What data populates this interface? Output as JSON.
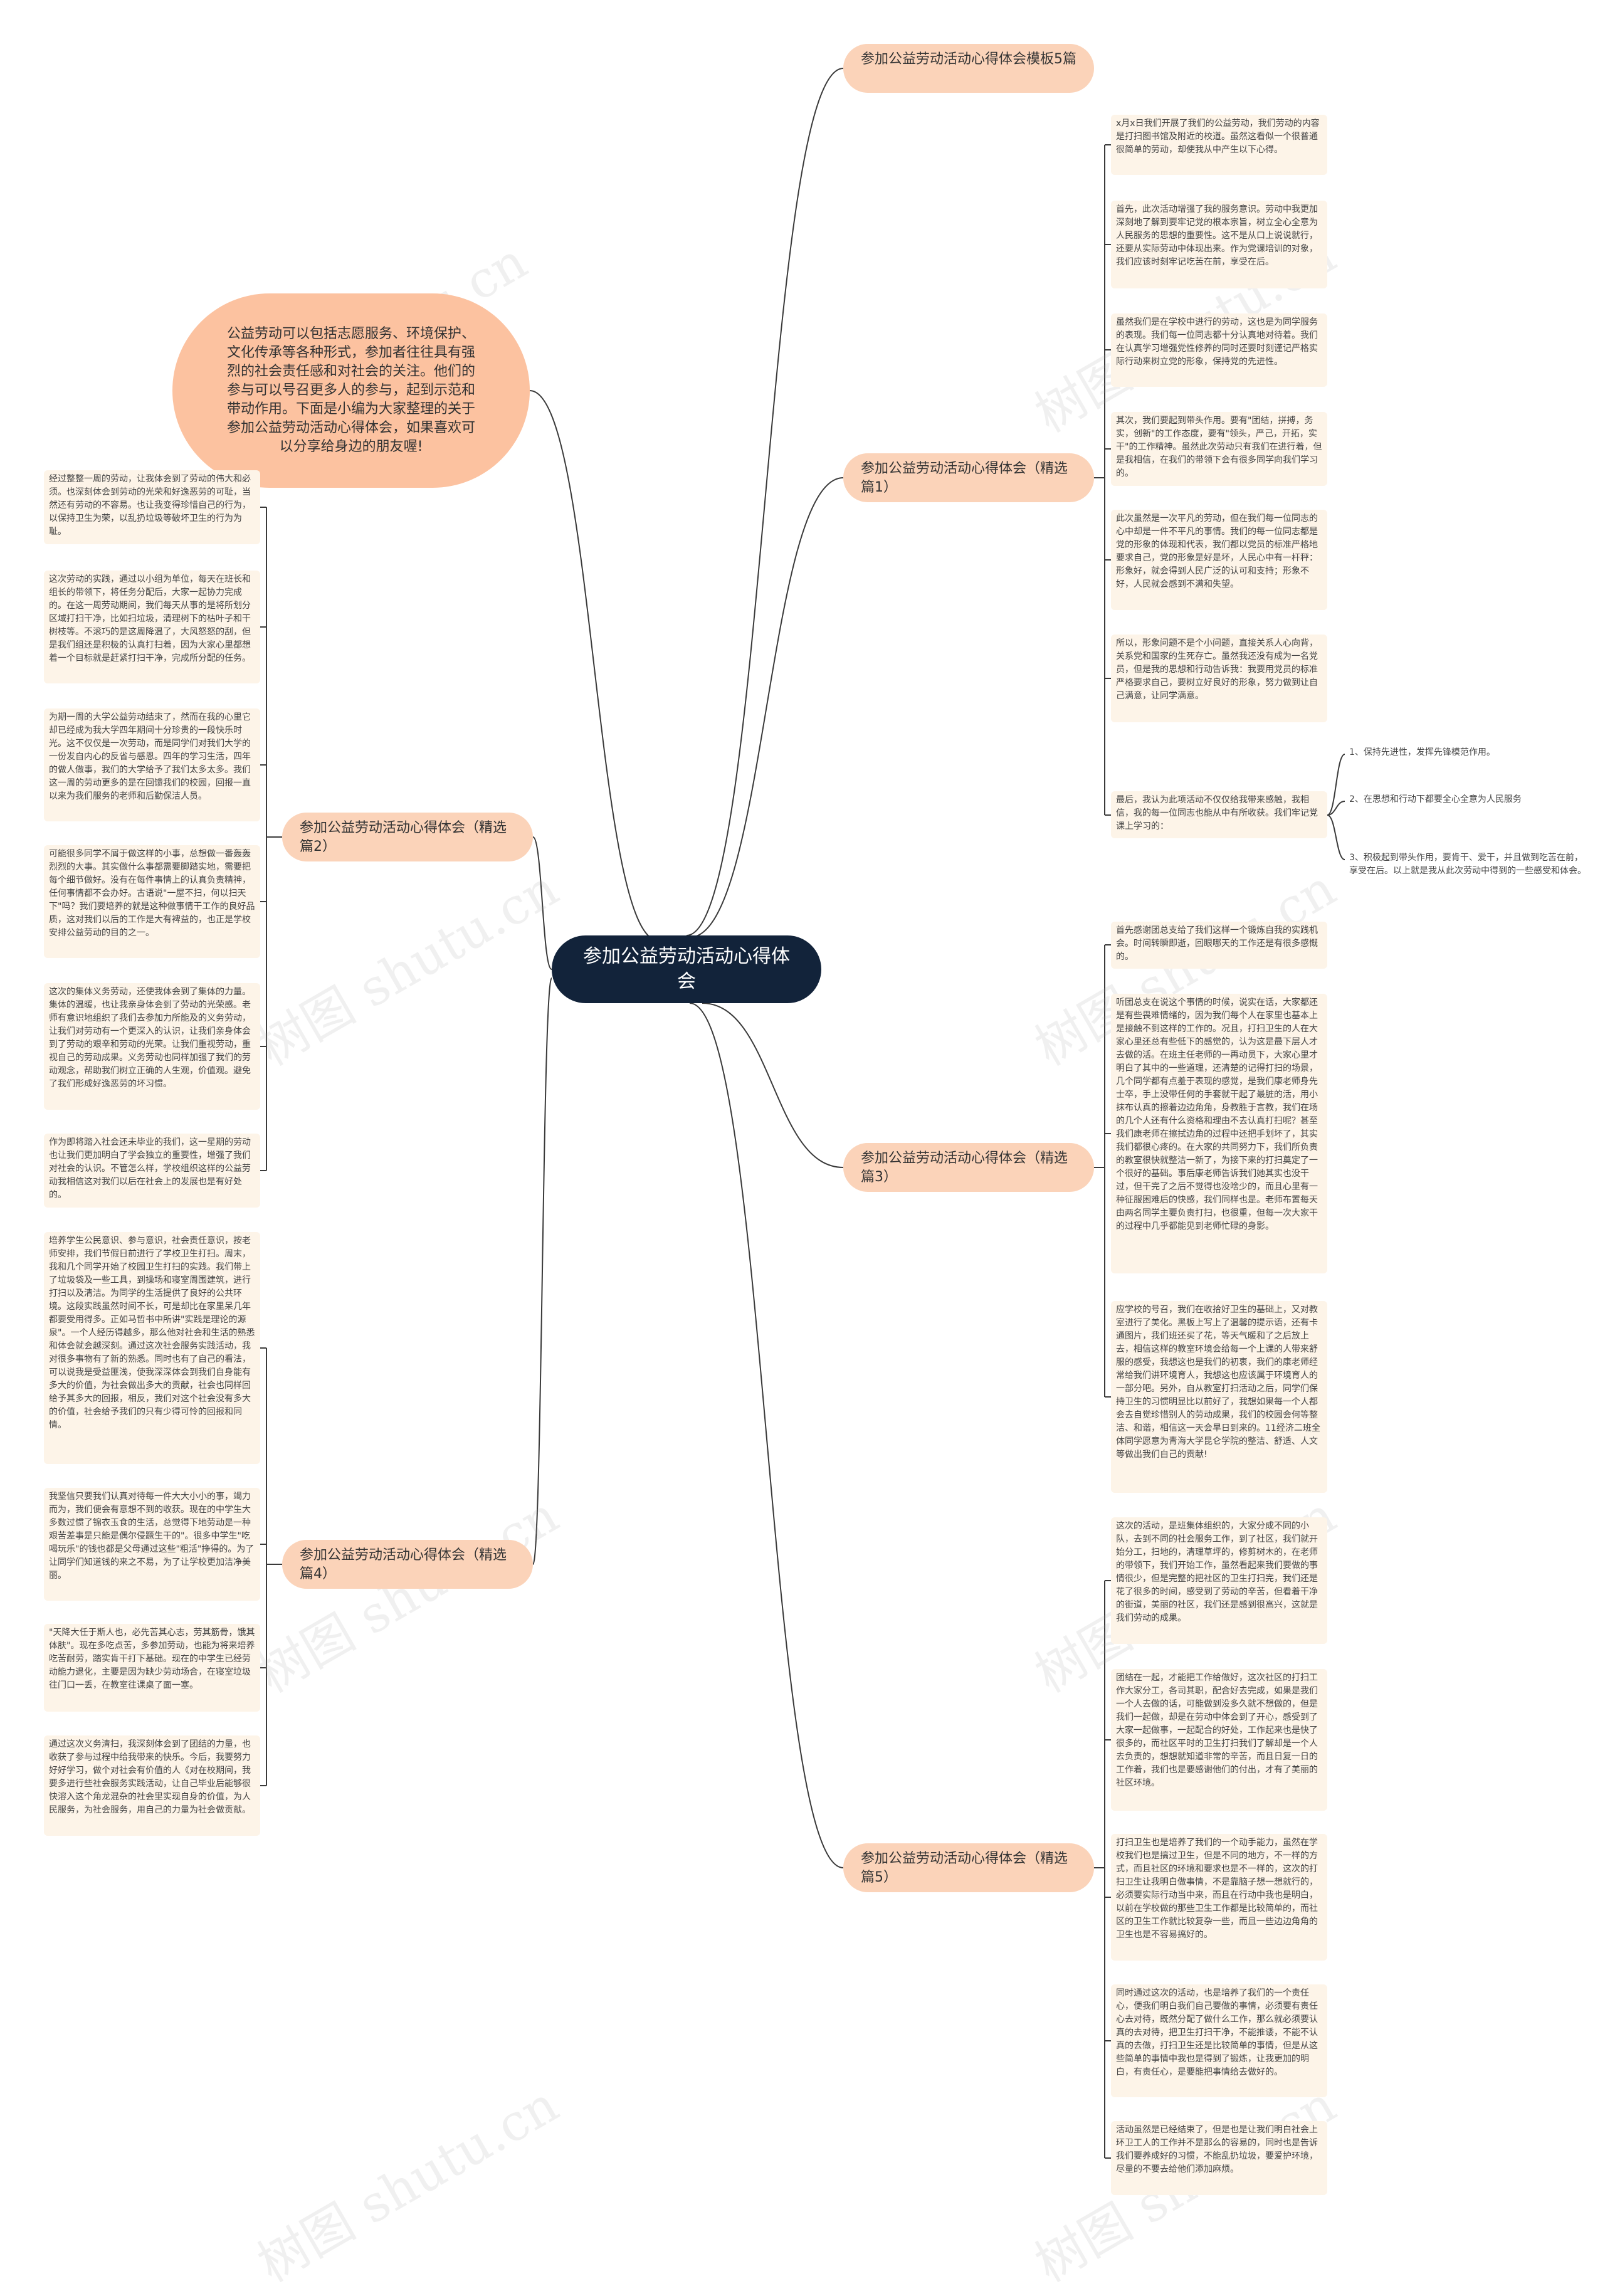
{
  "center": "参加公益劳动活动心得体会",
  "intro": "公益劳动可以包括志愿服务、环境保护、文化传承等各种形式，参加者往往具有强烈的社会责任感和对社会的关注。他们的参与可以号召更多人的参与，起到示范和带动作用。下面是小编为大家整理的关于参加公益劳动活动心得体会，如果喜欢可以分享给身边的朋友喔!",
  "branches": {
    "b0": "参加公益劳动活动心得体会模板5篇",
    "b1": "参加公益劳动活动心得体会（精选篇1）",
    "b2": "参加公益劳动活动心得体会（精选篇2）",
    "b3": "参加公益劳动活动心得体会（精选篇3）",
    "b4": "参加公益劳动活动心得体会（精选篇4）",
    "b5": "参加公益劳动活动心得体会（精选篇5）"
  },
  "p1": [
    "x月x日我们开展了我们的公益劳动，我们劳动的内容是打扫图书馆及附近的校道。虽然这看似一个很普通很简单的劳动，却使我从中产生以下心得。",
    "首先，此次活动增强了我的服务意识。劳动中我更加深刻地了解到要牢记党的根本宗旨，树立全心全意为人民服务的思想的重要性。这不是从口上说说就行，还要从实际劳动中体现出来。作为党课培训的对象，我们应该时刻牢记吃苦在前，享受在后。",
    "虽然我们是在学校中进行的劳动，这也是为同学服务的表现。我们每一位同志都十分认真地对待着。我们在认真学习增强党性修养的同时还要时刻谨记严格实际行动来树立党的形象，保持党的先进性。",
    "其次，我们要起到带头作用。要有\"团结，拼搏，务实，创新\"的工作态度，要有\"领头，严己，开拓，实干\"的工作精神。虽然此次劳动只有我们在进行着，但是我相信，在我们的带领下会有很多同学向我们学习的。",
    "此次虽然是一次平凡的劳动，但在我们每一位同志的心中却是一件不平凡的事情。我们的每一位同志都是党的形象的体现和代表，我们都以党员的标准严格地要求自己，党的形象是好是坏，人民心中有一杆秤：形象好，就会得到人民广泛的认可和支持；形象不好，人民就会感到不满和失望。",
    "所以，形象问题不是个小问题，直接关系人心向背，关系党和国家的生死存亡。虽然我还没有成为一名党员，但是我的思想和行动告诉我：我要用党员的标准严格要求自己，要树立好良好的形象，努力做到让自己满意，让同学满意。",
    "最后，我认为此项活动不仅仅给我带来感触，我相信，我的每一位同志也能从中有所收获。我们牢记党课上学习的："
  ],
  "p1sub": [
    "1、保持先进性，发挥先锋模范作用。",
    "2、在思想和行动下都要全心全意为人民服务",
    "3、积极起到带头作用，要肯干、爱干，并且做到吃苦在前，享受在后。以上就是我从此次劳动中得到的一些感受和体会。"
  ],
  "p2": [
    "经过整整一周的劳动，让我体会到了劳动的伟大和必须。也深刻体会到劳动的光荣和好逸恶劳的可耻，当然还有劳动的不容易。也让我变得珍惜自己的行为，以保持卫生为荣，以乱扔垃圾等破坏卫生的行为为耻。",
    "这次劳动的实践，通过以小组为单位，每天在班长和组长的带领下，将任务分配后，大家一起协力完成的。在这一周劳动期间，我们每天从事的是将所划分区域打扫干净，比如扫垃圾，清理树下的枯叶子和干树枝等。不滚巧的是这周降温了，大风怒怒的刮，但是我们组还是积极的认真打扫着，因为大家心里都想着一个目标就是赶紧打扫干净，完成所分配的任务。",
    "为期一周的大学公益劳动结束了，然而在我的心里它却已经成为我大学四年期间十分珍贵的一段快乐时光。这不仅仅是一次劳动，而是同学们对我们大学的一份发自内心的反省与感恩。四年的学习生活，四年的做人做事，我们的大学给予了我们太多太多。我们这一周的劳动更多的是在回馈我们的校园，回报一直以来为我们服务的老师和后勤保洁人员。",
    "可能很多同学不屑于做这样的小事，总想做一番轰轰烈烈的大事。其实做什么事都需要脚踏实地，需要把每个细节做好。没有在每件事情上的认真负责精神，任何事情都不会办好。古语说\"一屋不扫，何以扫天下\"吗？我们要培养的就是这种做事情干工作的良好品质，这对我们以后的工作是大有裨益的，也正是学校安排公益劳动的目的之一。",
    "这次的集体义务劳动，还使我体会到了集体的力量。集体的温暖，也让我亲身体会到了劳动的光荣感。老师有意识地组织了我们去参加力所能及的义务劳动，让我们对劳动有一个更深入的认识，让我们亲身体会到了劳动的艰辛和劳动的光荣。让我们重视劳动，重视自己的劳动成果。义务劳动也同样加强了我们的劳动观念，帮助我们树立正确的人生观，价值观。避免了我们形成好逸恶劳的坏习惯。",
    "作为即将踏入社会还未毕业的我们，这一星期的劳动也让我们更加明白了学会独立的重要性，增强了我们对社会的认识。不管怎么样，学校组织这样的公益劳动我相信这对我们以后在社会上的发展也是有好处的。"
  ],
  "p3": [
    "首先感谢团总支给了我们这样一个锻炼自我的实践机会。时间转瞬即逝，回眼哪天的工作还是有很多感慨的。",
    "听团总支在说这个事情的时候，说实在话，大家都还是有些畏难情绪的，因为我们每个人在家里也基本上是接触不到这样的工作的。况且，打扫卫生的人在大家心里还总有些低下的感觉的，认为这是最下层人才去做的活。在班主任老师的一再动员下，大家心里才明白了其中的一些道理，还清楚的记得打扫的场景，几个同学都有点羞于表现的感觉，是我们康老师身先士卒，手上没带任何的手套就干起了最脏的活，用小抹布认真的擦着边边角角，身教胜于言教，我们在场的几个人还有什么资格和理由不去认真打扫呢？甚至我们康老师在擦拭边角的过程中还把手划坏了，其实我们都很心疼的。在大家的共同努力下，我们所负责的教室很快就整洁一新了，为接下来的打扫奠定了一个很好的基础。事后康老师告诉我们她其实也没干过，但干完了之后不觉得也没啥少的，而且心里有一种征服困难后的快感，我们同样也是。老师布置每天由两名同学主要负责打扫，也很重，但每一次大家干的过程中几乎都能见到老师忙碌的身影。",
    "应学校的号召，我们在收拾好卫生的基础上，又对教室进行了美化。黑板上写上了温馨的提示语，还有卡通图片，我们班还买了花，等天气暖和了之后放上去，相信这样的教室环境会给每一个上课的人带来舒服的感受，我想这也是我们的初衷，我们的康老师经常给我们讲环境育人，我想这也应该属于环境育人的一部分吧。另外，自从教室打扫活动之后，同学们保持卫生的习惯明显比以前好了，我想如果每一个人都会去自觉珍惜别人的劳动成果，我们的校园会何等整洁、和谐，相信这一天会早日到来的。11经济二班全体同学愿意为青海大学昆仑学院的整洁、舒适、人文等做出我们自己的贡献!"
  ],
  "p4": [
    "培养学生公民意识、参与意识，社会责任意识，按老师安排，我们节假日前进行了学校卫生打扫。周末，我和几个同学开始了校园卫生打扫的实践。我们带上了垃圾袋及一些工具，到操场和寝室周围建筑，进行打扫以及清洁。为同学的生活提供了良好的公共环境。这段实践虽然时间不长，可是却比在家里呆几年都要受用得多。正如马哲书中所讲\"实践是理论的源泉\"。一个人经历得越多，那么他对社会和生活的熟悉和体会就会越深刻。通过这次社会服务实践活动，我对很多事物有了新的熟悉。同时也有了自己的看法，可以说我是受益匪浅，使我深深体会到我们自身能有多大的价值，为社会做出多大的贡献，社会也同样回给予其多大的回报，相反，我们对这个社会没有多大的价值，社会给予我们的只有少得可怜的回报和同情。",
    "我坚信只要我们认真对待每一件大大小小的事，竭力而为，我们便会有意想不到的收获。现在的中学生大多数过惯了锦衣玉食的生活，总觉得下地劳动是一种艰苦差事是只能是偶尔侵蹶生干的\"。很多中学生\"吃喝玩乐\"的钱也都是父母通过这些\"粗活\"挣得的。为了让同学们知道钱的来之不易，为了让学校更加洁净美丽。",
    "\"天降大任于斯人也，必先苦其心志，劳其筋骨，饿其体肤\"。现在多吃点苦，多参加劳动，也能为将来培养吃苦耐劳，踏实肯干打下基础。现在的中学生已经劳动能力退化，主要是因为缺少劳动场合，在寝室垃圾往门口一丢，在教室往课桌了面一塞。",
    "通过这次义务清扫，我深刻体会到了团结的力量，也收获了参与过程中给我带来的快乐。今后，我要努力好好学习，做个对社会有价值的人《对在校期间，我要多进行些社会服务实践活动，让自己毕业后能够很快溶入这个角龙混杂的社会里实现自身的价值，为人民服务，为社会服务，用自己的力量为社会做贡献。"
  ],
  "p5": [
    "这次的活动，是班集体组织的，大家分成不同的小队，去到不同的社会服务工作，到了社区，我们就开始分工，扫地的，清理草坪的，修剪树木的，在老师的带领下，我们开始工作，虽然看起来我们要做的事情很少，但是完整的把社区的卫生打扫完，我们还是花了很多的时间，感受到了劳动的辛苦，但看着干净的街道，美丽的社区，我们还是感到很高兴，这就是我们劳动的成果。",
    "团结在一起，才能把工作给做好，这次社区的打扫工作大家分工，各司其职，配合好去完成，如果是我们一个人去做的话，可能做到没多久就不想做的，但是我们一起做，却是在劳动中体会到了开心，感受到了大家一起做事，一起配合的好处，工作起来也是快了很多的，而社区平时的卫生打扫我们了解却是一个人去负责的，想想就知道非常的辛苦，而且日复一日的工作着，我们也是要感谢他们的付出，才有了美丽的社区环境。",
    "打扫卫生也是培养了我们的一个动手能力，虽然在学校我们也是搞过卫生，但是不同的地方，不一样的方式，而且社区的环境和要求也是不一样的，这次的打扫卫生让我明白做事情，不是靠脑子想一想就行的，必须要实际行动当中来，而且在行动中我也是明白，以前在学校做的那些卫生工作都是比较简单的，而社区的卫生工作就比较复杂一些，而且一些边边角角的卫生也是不容易搞好的。",
    "同时通过这次的活动，也是培养了我们的一个责任心，便我们明白我们自己要做的事情，必须要有责任心去对待，既然分配了做什么工作，那么就必须要认真的去对待，把卫生打扫干净，不能推诿，不能不认真的去做，打扫卫生还是比较简单的事情，但是从这些简单的事情中我也是得到了锻炼，让我更加的明白，有责任心，是要能把事情给去做好的。",
    "活动虽然是已经结束了，但是也是让我们明白社会上环卫工人的工作并不是那么的容易的，同时也是告诉我们要养成好的习惯，不能乱扔垃圾，要爱护环境，尽量的不要去给他们添加麻烦。"
  ],
  "watermark": [
    "树图 shutu.cn",
    "树图 shutu.cn",
    "树图 shutu.cn",
    "树图 shutu.cn",
    "树图 shutu.cn",
    "树图 shutu.cn",
    "树图 shutu.cn",
    "树图 shutu.cn"
  ]
}
